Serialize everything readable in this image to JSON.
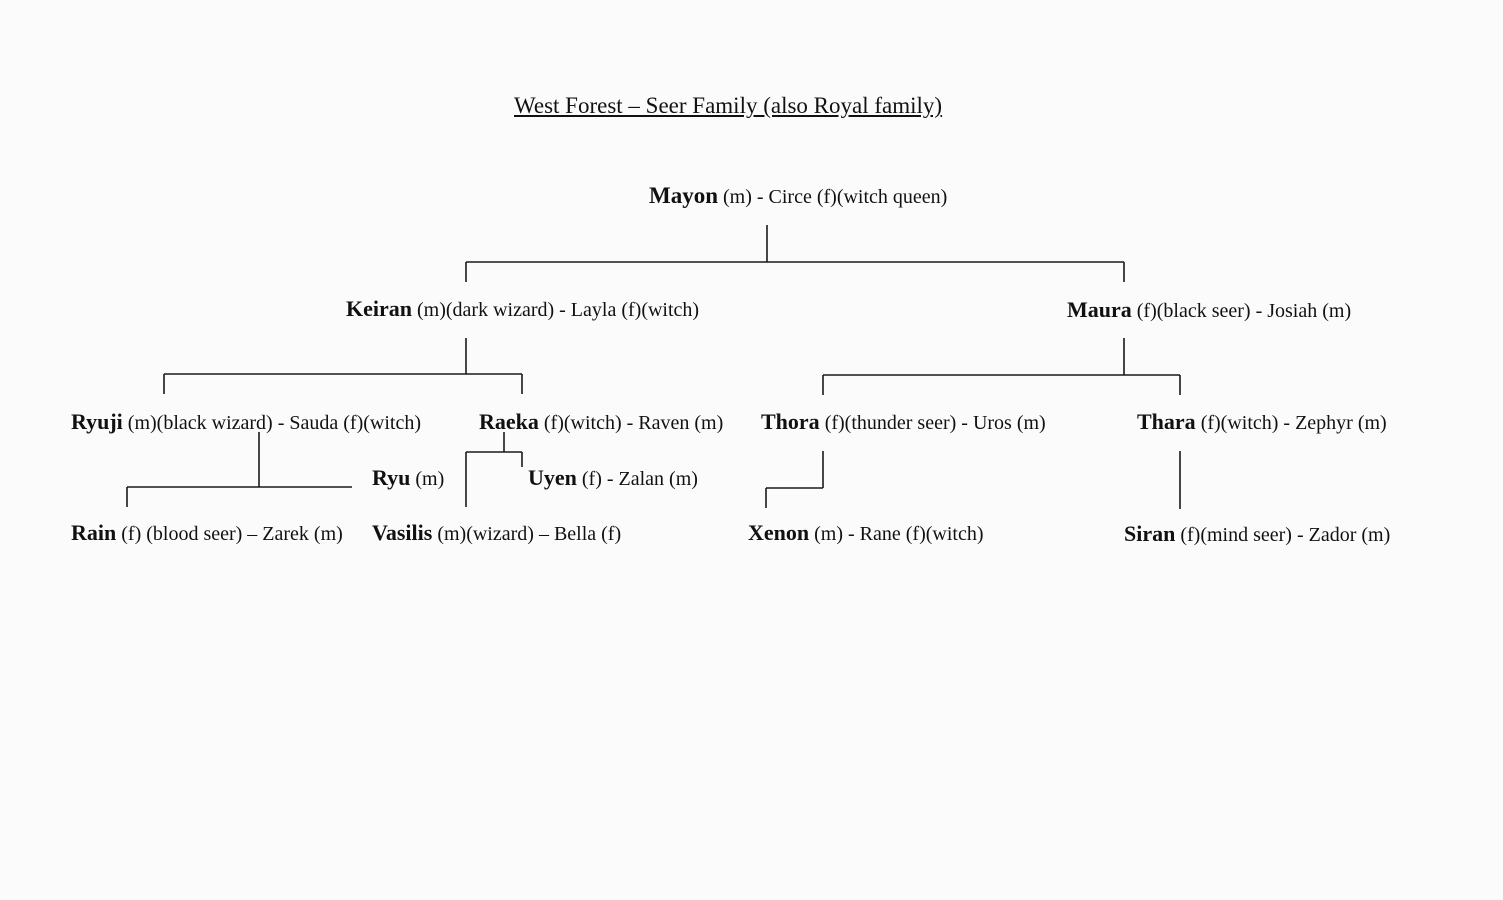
{
  "title": "West Forest – Seer Family (also Royal family)",
  "people": {
    "mayon": {
      "name": "Mayon",
      "detail": " (m)  - Circe (f)(witch queen)"
    },
    "keiran": {
      "name": "Keiran",
      "detail": " (m)(dark wizard) - Layla (f)(witch)"
    },
    "maura": {
      "name": "Maura",
      "detail": " (f)(black seer)  - Josiah (m)"
    },
    "ryuji": {
      "name": "Ryuji",
      "detail": " (m)(black wizard) - Sauda (f)(witch)"
    },
    "raeka": {
      "name": "Raeka",
      "detail": " (f)(witch) - Raven (m)"
    },
    "thora": {
      "name": "Thora",
      "detail": " (f)(thunder seer) - Uros (m)"
    },
    "thara": {
      "name": "Thara",
      "detail": " (f)(witch) - Zephyr (m)"
    },
    "ryu": {
      "name": "Ryu",
      "detail": "  (m)"
    },
    "uyen": {
      "name": "Uyen",
      "detail": " (f) - Zalan (m)"
    },
    "rain": {
      "name": "Rain",
      "detail": " (f) (blood seer) – Zarek (m)"
    },
    "vasilis": {
      "name": "Vasilis",
      "detail": " (m)(wizard) – Bella (f)"
    },
    "xenon": {
      "name": "Xenon",
      "detail": " (m) - Rane (f)(witch)"
    },
    "siran": {
      "name": "Siran",
      "detail": " (f)(mind seer) - Zador (m)"
    }
  }
}
